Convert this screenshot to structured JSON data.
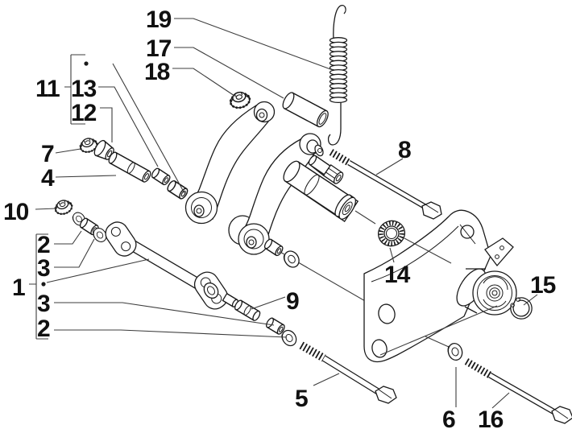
{
  "figure": {
    "kind": "exploded-parts-diagram",
    "colors": {
      "background": "#ffffff",
      "ink": "#1a1a1a",
      "leader": "#3c3c3c"
    }
  },
  "labels": [
    {
      "num": "19",
      "part": "tension-spring"
    },
    {
      "num": "17",
      "part": "spacer-sleeve"
    },
    {
      "num": "18",
      "part": "hex-flange-nut"
    },
    {
      "num": "11",
      "part": "link-arm-group"
    },
    {
      "num": "13",
      "part": "bushing"
    },
    {
      "num": "12",
      "part": "flanged-bushing"
    },
    {
      "num": "7",
      "part": "flange-nut"
    },
    {
      "num": "4",
      "part": "pivot-pin"
    },
    {
      "num": "10",
      "part": "flange-nut"
    },
    {
      "num": "2",
      "part": "washer"
    },
    {
      "num": "3",
      "part": "bushing"
    },
    {
      "num": "1",
      "part": "swing-arm-group"
    },
    {
      "num": "3",
      "part": "bushing"
    },
    {
      "num": "2",
      "part": "washer"
    },
    {
      "num": "9",
      "part": "spacer"
    },
    {
      "num": "8",
      "part": "hex-bolt"
    },
    {
      "num": "14",
      "part": "knurled-ring"
    },
    {
      "num": "15",
      "part": "circlip"
    },
    {
      "num": "5",
      "part": "hex-bolt"
    },
    {
      "num": "6",
      "part": "washer"
    },
    {
      "num": "16",
      "part": "hex-bolt"
    }
  ]
}
